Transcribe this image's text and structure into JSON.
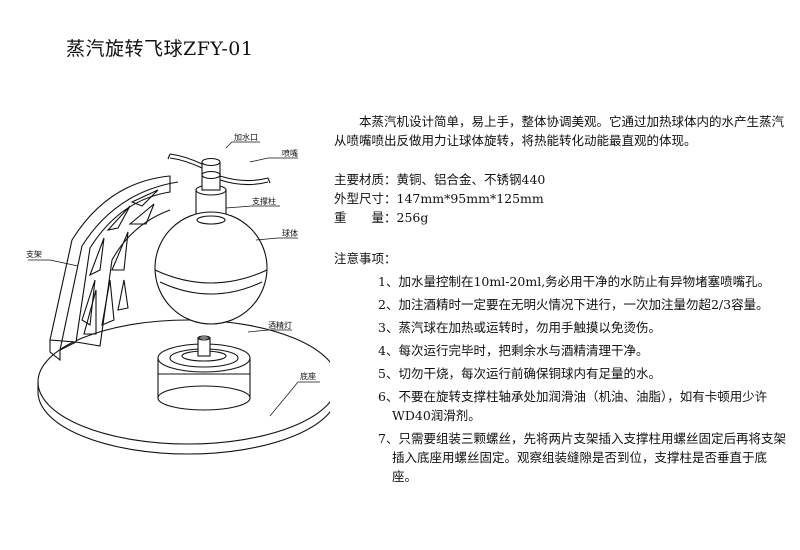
{
  "title": "蒸汽旋转飞球ZFY-01",
  "labels": {
    "fill_port": "加水口",
    "nozzle": "喷嘴",
    "support_column": "支撑柱",
    "sphere": "球体",
    "bracket": "支架",
    "alcohol_lamp": "酒精灯",
    "base": "底座"
  },
  "intro": "本蒸汽机设计简单，易上手，整体协调美观。它通过加热球体内的水产生蒸汽从喷嘴喷出反做用力让球体旋转，将热能转化动能最直观的体现。",
  "specs": [
    {
      "label": "主要材质：",
      "value": "黄铜、铝合金、不锈钢440"
    },
    {
      "label": "外型尺寸：",
      "value": "147mm*95mm*125mm"
    },
    {
      "label": "重　　量：",
      "value": "256g"
    }
  ],
  "notes_heading": "注意事项：",
  "notes": [
    "1、加水量控制在10ml-20ml,务必用干净的水防止有异物堵塞喷嘴孔。",
    "2、加注酒精时一定要在无明火情况下进行，一次加注量勿超2/3容量。",
    "3、蒸汽球在加热或运转时，勿用手触摸以免烫伤。",
    "4、每次运行完毕时，把剩余水与酒精清理干净。",
    "5、切勿干烧，每次运行前确保铜球内有足量的水。",
    "6、不要在旋转支撑柱轴承处加润滑油（机油、油脂），如有卡顿用少许WD40润滑剂。",
    "7、只需要组装三颗螺丝，先将两片支架插入支撑柱用螺丝固定后再将支架插入底座用螺丝固定。观察组装缝隙是否到位，支撑柱是否垂直于底座。"
  ]
}
